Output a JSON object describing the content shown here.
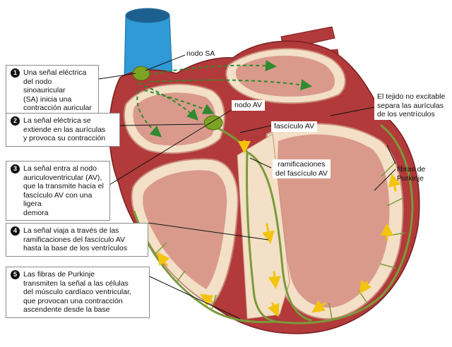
{
  "steps": [
    {
      "num": "1",
      "text": "Una señal eléctrica\ndel nodo sinoauricular\n(SA) inicia una\ncontracción auricular"
    },
    {
      "num": "2",
      "text": "La señal eléctrica se\nextiende en las aurículas\ny provoca su contracción"
    },
    {
      "num": "3",
      "text": "La señal entra al nodo\nauriculoventricular (AV),\nque la transmite hacia el\nfascículo AV con una ligera\ndemora"
    },
    {
      "num": "4",
      "text": "La señal viaja a través de las\nramificaciones del fascículo AV\nhasta la base de los ventrículos"
    },
    {
      "num": "5",
      "text": "Las fibras de Purkinje\ntransmiten la señal a las células\ndel músculo cardíaco ventricular,\nque provocan una contracción\nascendente desde la base"
    }
  ],
  "labels": {
    "sa_node": "nodo SA",
    "av_node": "nodo AV",
    "av_bundle": "fascículo AV",
    "bundle_branches": "ramificaciones\ndel fascículo AV",
    "nonexcitable_tissue": "El tejido no excitable\nsepara las aurículas\nde los ventrículos",
    "purkinje_fibers": "fibras de\nPurkinje"
  },
  "colors": {
    "myocardium": "#b23a3a",
    "chamber_interior": "#d99a8c",
    "endocardium": "#f3e0c6",
    "aorta_vein": "#2f9ad6",
    "conduction_system": "#7a9a3a",
    "node": "#7da324",
    "signal_arrow": "#f2c40e",
    "atrial_signal": "#2e8a2e",
    "background": "#ffffff"
  }
}
